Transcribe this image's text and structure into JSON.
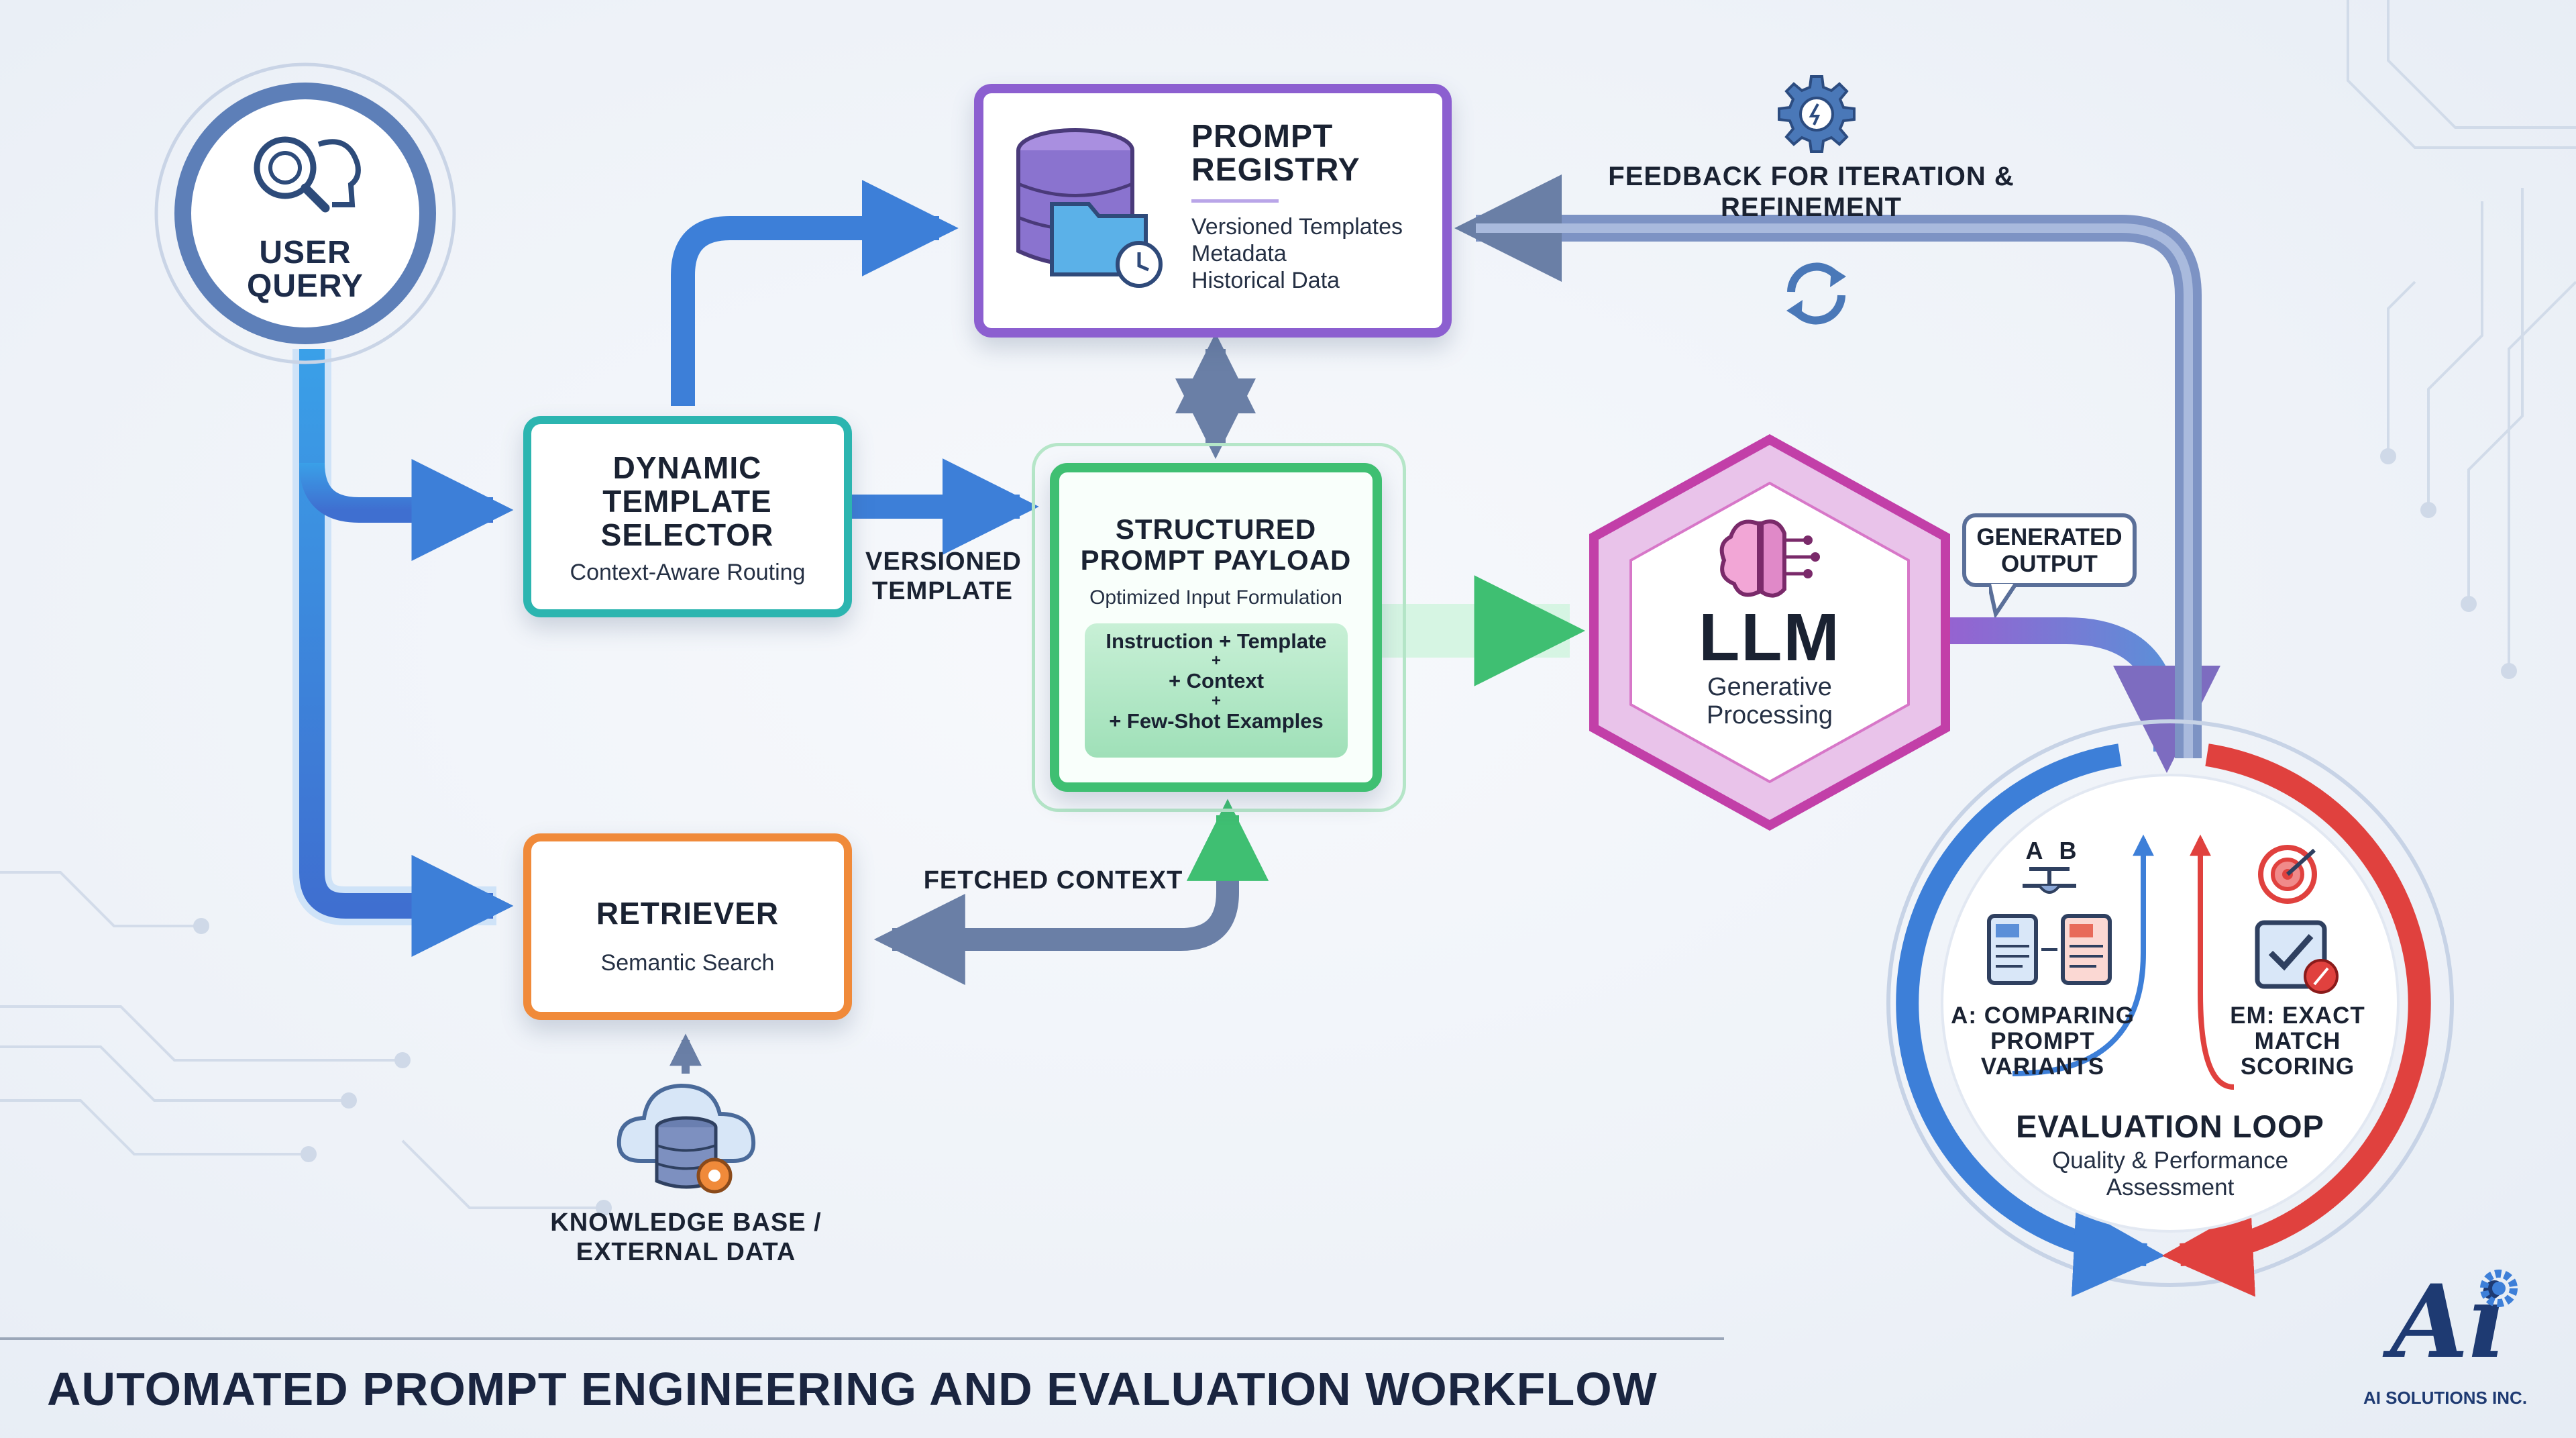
{
  "user_query": {
    "label": "USER QUERY"
  },
  "prompt_registry": {
    "title": "PROMPT REGISTRY",
    "items": [
      "Versioned Templates",
      "Metadata",
      "Historical Data"
    ]
  },
  "dynamic_template_selector": {
    "title": "DYNAMIC TEMPLATE SELECTOR",
    "subtitle": "Context-Aware Routing"
  },
  "structured_payload": {
    "title": "STRUCTURED PROMPT PAYLOAD",
    "subtitle": "Optimized Input Formulation",
    "formula": [
      "Instruction + Template",
      "+",
      "+ Context",
      "+",
      "+ Few-Shot Examples"
    ]
  },
  "retriever": {
    "title": "RETRIEVER",
    "subtitle": "Semantic Search"
  },
  "knowledge_base": {
    "label": "KNOWLEDGE BASE / EXTERNAL DATA"
  },
  "llm": {
    "title": "LLM",
    "subtitle": "Generative Processing"
  },
  "edges": {
    "versioned_template": "VERSIONED TEMPLATE",
    "fetched_context": "FETCHED CONTEXT",
    "generated_output": "GENERATED OUTPUT",
    "feedback": "FEEDBACK FOR ITERATION & REFINEMENT"
  },
  "evaluation_loop": {
    "title": "EVALUATION LOOP",
    "subtitle": "Quality & Performance Assessment",
    "ab_label": "A: COMPARING PROMPT VARIANTS",
    "em_label": "EM: EXACT MATCH SCORING",
    "ab_letters": [
      "A",
      "B"
    ]
  },
  "footer": {
    "title": "AUTOMATED PROMPT ENGINEERING AND EVALUATION WORKFLOW"
  },
  "logo": {
    "mark": "Ai",
    "caption": "AI SOLUTIONS INC."
  },
  "colors": {
    "blue": "#3b7fd6",
    "teal": "#2cb5b0",
    "purple": "#8a4fc9",
    "green": "#4cc07a",
    "orange": "#f08a3a",
    "magenta": "#c23fa8",
    "red": "#e0413e",
    "slate": "#5b7099"
  }
}
